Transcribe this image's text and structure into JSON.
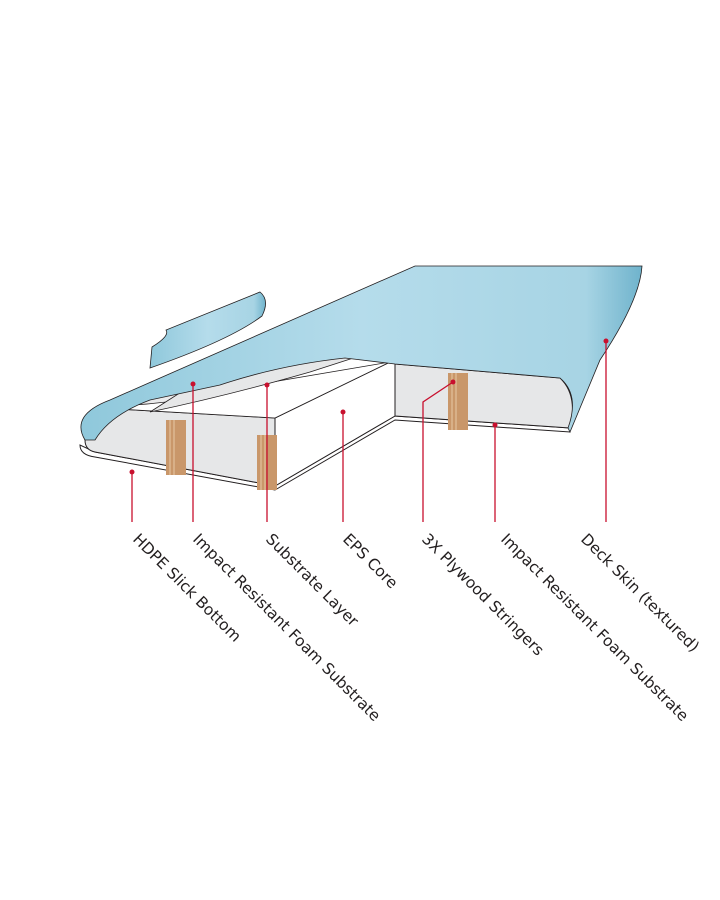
{
  "diagram": {
    "labels": [
      "HDPE Slick Bottom",
      "Impact Resistant Foam Substrate",
      "Substrate Layer",
      "EPS Core",
      "3X Plywood Stringers",
      "Impact Resistant Foam Substrate",
      "Deck Skin (textured)"
    ],
    "colors": {
      "deck": "#a9d6e5",
      "foam": "#e6e7e8",
      "wood": "#c9976a",
      "leader": "#c8102e"
    }
  }
}
